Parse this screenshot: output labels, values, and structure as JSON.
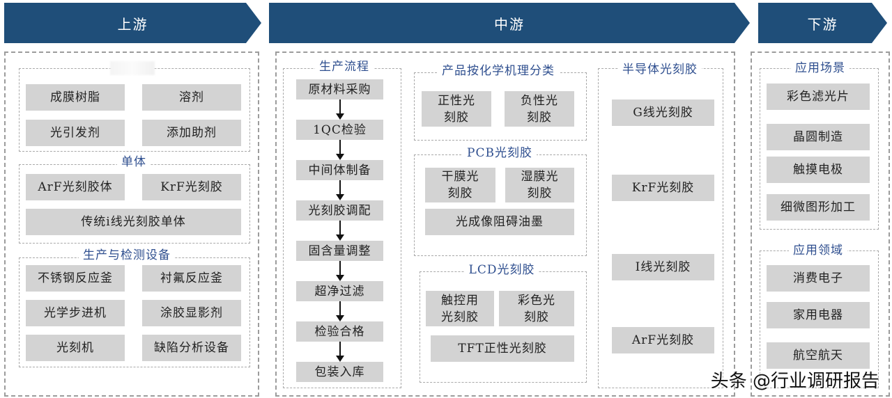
{
  "header": {
    "upstream": "上游",
    "midstream": "中游",
    "downstream": "下游"
  },
  "upstream": {
    "materials": [
      "成膜树脂",
      "溶剂",
      "光引发剂",
      "添加助剂"
    ],
    "monomer_title": "单体",
    "monomers": [
      "ArF光刻胶体",
      "KrF光刻胶",
      "传统i线光刻胶单体"
    ],
    "equipment_title": "生产与检测设备",
    "equipment": [
      "不锈钢反应釜",
      "衬氟反应釜",
      "光学步进机",
      "涂胶显影剂",
      "光刻机",
      "缺陷分析设备"
    ]
  },
  "midstream": {
    "process_title": "生产流程",
    "process_steps": [
      "原材料采购",
      "1QC检验",
      "中间体制备",
      "光刻胶调配",
      "固含量调整",
      "超净过滤",
      "检验合格",
      "包装入库"
    ],
    "classify_title": "产品按化学机理分类",
    "classify": [
      "正性光\n刻胶",
      "负性光\n刻胶"
    ],
    "pcb_title": "PCB光刻胶",
    "pcb": [
      "干膜光\n刻胶",
      "湿膜光\n刻胶",
      "光成像阻碍油墨"
    ],
    "lcd_title": "LCD光刻胶",
    "lcd": [
      "触控用\n光刻胶",
      "彩色光\n刻胶",
      "TFT正性光刻胶"
    ],
    "semi_title": "半导体光刻胶",
    "semi": [
      "G线光刻胶",
      "KrF光刻胶",
      "I线光刻胶",
      "ArF光刻胶"
    ]
  },
  "downstream": {
    "scene_title": "应用场景",
    "scenes": [
      "彩色滤光片",
      "晶圆制造",
      "触摸电极",
      "细微图形加工"
    ],
    "field_title": "应用领域",
    "fields": [
      "消费电子",
      "家用电器",
      "航空航天"
    ]
  },
  "watermark": "头条 @行业调研报告"
}
